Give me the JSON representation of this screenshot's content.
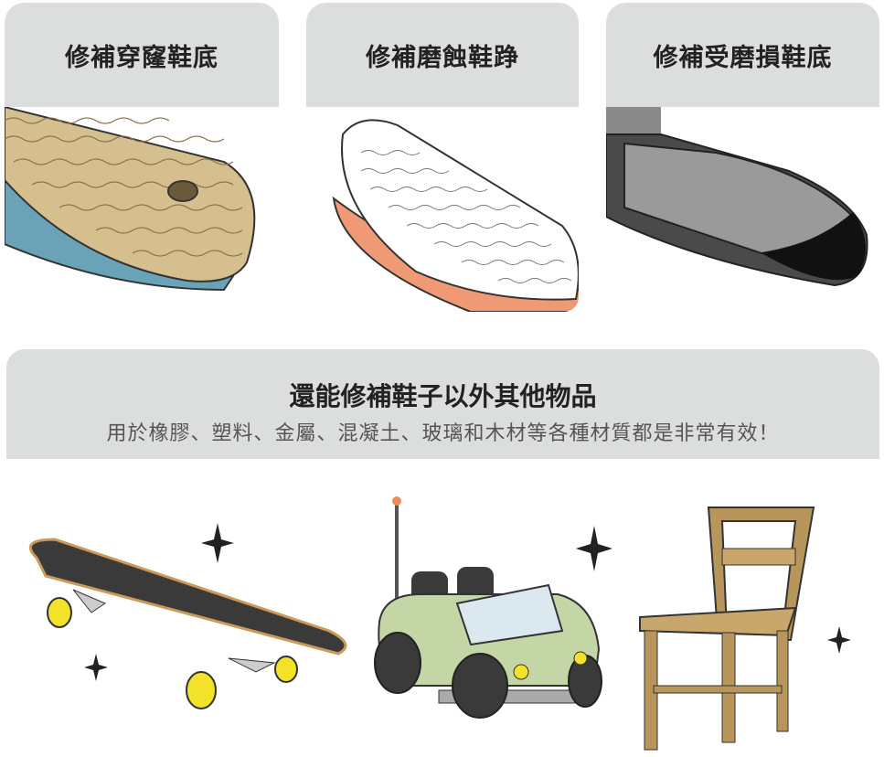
{
  "cards": [
    {
      "title": "修補穿窿鞋底"
    },
    {
      "title": "修補磨蝕鞋踭"
    },
    {
      "title": "修補受磨損鞋底"
    }
  ],
  "banner": {
    "title": "還能修補鞋子以外其他物品",
    "subtitle": "用於橡膠、塑料、金屬、混凝土、玻璃和木材等各種材質都是非常有效！"
  },
  "colors": {
    "header_bg": "#dcdddd",
    "sole_tan": "#d6bf8f",
    "sole_blue": "#6aa3b8",
    "heel_orange": "#ef9a74",
    "car_green": "#c5d6a6",
    "wood": "#b8955a",
    "wheel_yellow": "#f2e22a"
  }
}
